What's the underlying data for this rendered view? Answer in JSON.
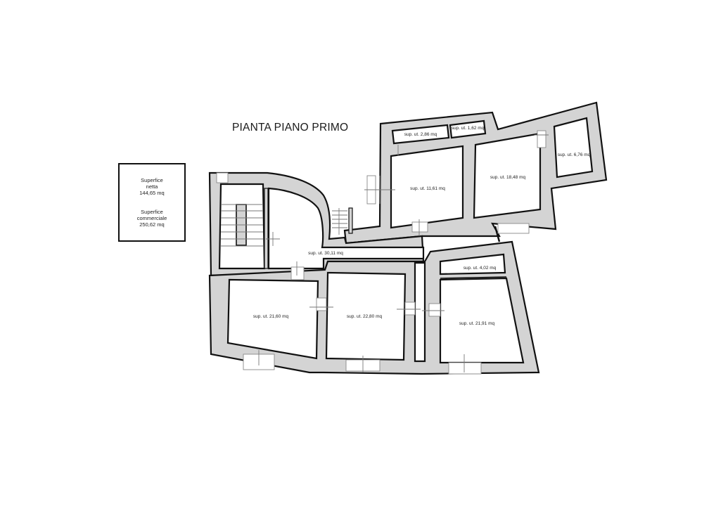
{
  "title": "PIANTA PIANO PRIMO",
  "legend": {
    "net_label_1": "Superfice",
    "net_label_2": "netta",
    "net_value": "144,65 mq",
    "commercial_label_1": "Superfice",
    "commercial_label_2": "commerciale",
    "commercial_value": "250,62 mq"
  },
  "rooms": [
    {
      "id": "closet-a",
      "label": "sup. ut. 2,86 mq"
    },
    {
      "id": "closet-b",
      "label": "sup. ut. 1,62 mq"
    },
    {
      "id": "room-north-1",
      "label": "sup. ut. 11,61 mq"
    },
    {
      "id": "room-north-2",
      "label": "sup. ut. 18,48 mq"
    },
    {
      "id": "room-northeast",
      "label": "sup. ut. 6,76 mq"
    },
    {
      "id": "hall",
      "label": "sup. ut. 30,11 mq"
    },
    {
      "id": "room-south-1",
      "label": "sup. ut. 21,60 mq"
    },
    {
      "id": "room-south-2",
      "label": "sup. ut. 22,80 mq"
    },
    {
      "id": "room-east-small",
      "label": "sup. ut. 4,02 mq"
    },
    {
      "id": "room-east",
      "label": "sup. ut. 21,91 mq"
    }
  ],
  "colors": {
    "wall_fill": "#d4d4d4",
    "wall_stroke": "#111111",
    "background": "#ffffff"
  }
}
